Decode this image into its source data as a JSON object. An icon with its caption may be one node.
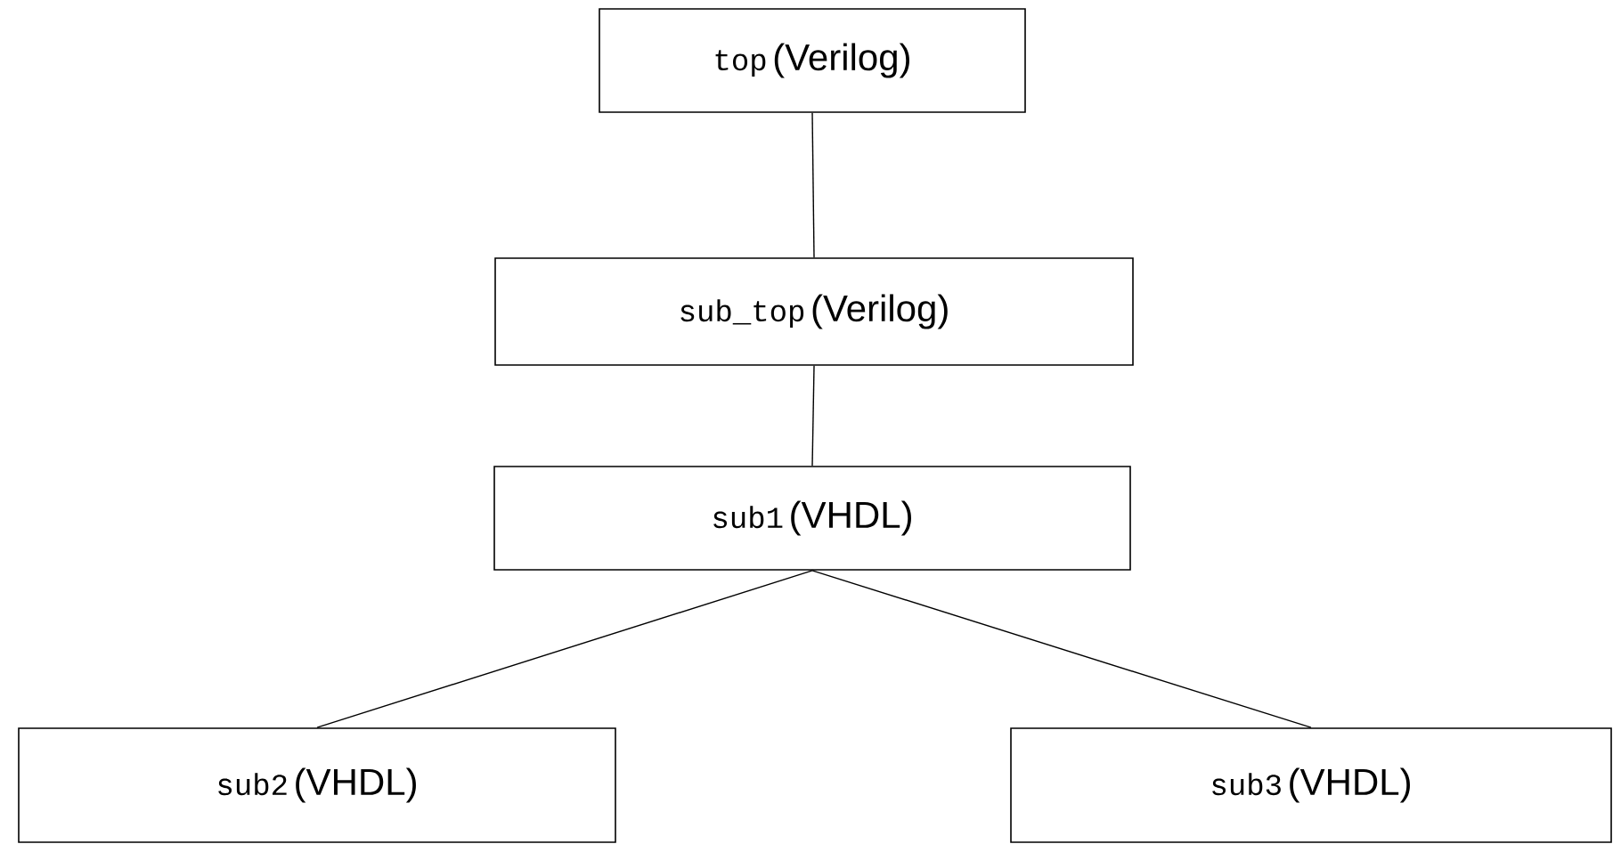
{
  "diagram": {
    "nodes": [
      {
        "text": [
          "top",
          "(Verilog)"
        ]
      },
      {
        "text": [
          "sub_top",
          "(Verilog)"
        ]
      },
      {
        "text": [
          "sub1",
          "(VHDL)"
        ]
      },
      {
        "text": [
          "sub2",
          "(VHDL)"
        ]
      },
      {
        "text": [
          "sub3",
          "(VHDL)"
        ]
      }
    ],
    "edges": [
      {
        "from": 0,
        "to": 1,
        "arrow": "none"
      },
      {
        "from": 1,
        "to": 2,
        "arrow": "none"
      },
      {
        "from": 2,
        "to": 3,
        "arrow": "none"
      },
      {
        "from": 2,
        "to": 4,
        "arrow": "none"
      }
    ]
  }
}
